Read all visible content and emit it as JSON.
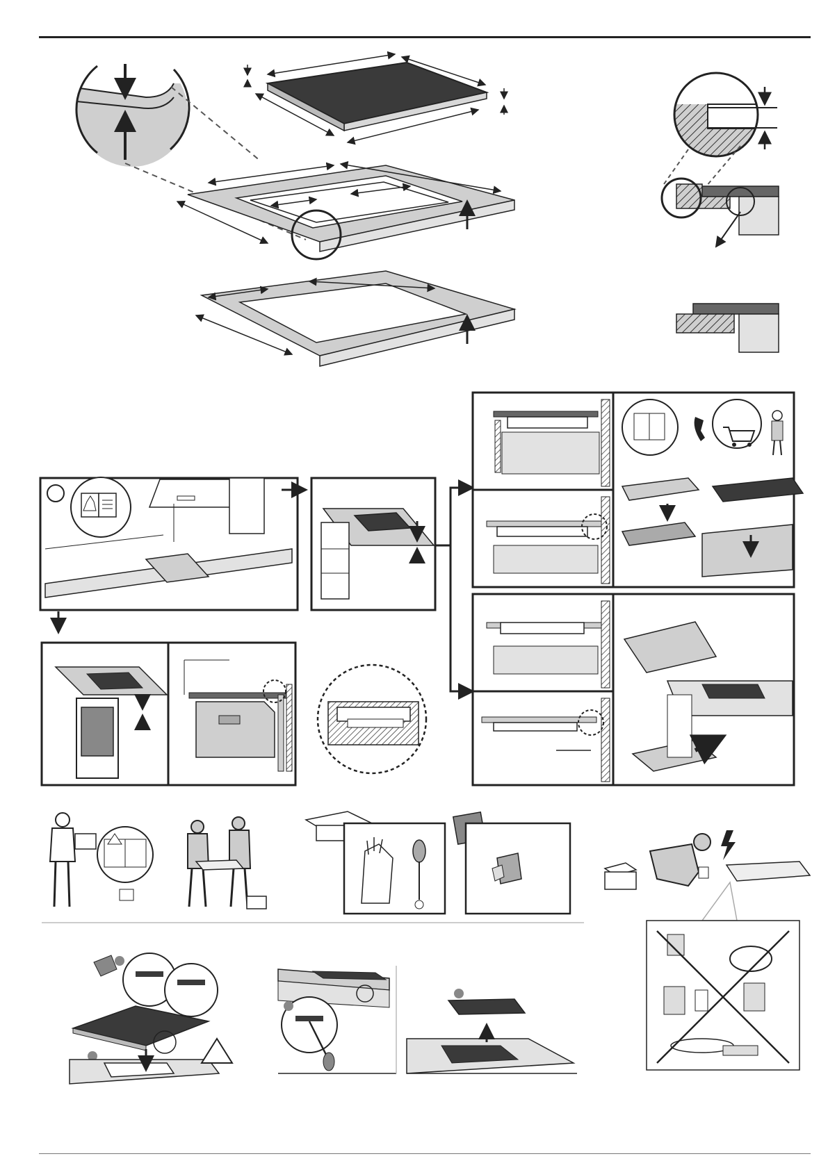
{
  "page": {
    "header_rule": true,
    "footer_rule": true
  },
  "figures": {
    "cutout_dimensions": {
      "icons": [
        "hob-top-dimensions",
        "worktop-cutout",
        "magnifier-detail"
      ]
    },
    "flush_mount_detail": {
      "icons": [
        "section-detail",
        "flush-edge"
      ]
    },
    "installation_sequence": {
      "icons": [
        "kitchen-overview",
        "manual-hood-icon",
        "hob-in-worktop",
        "oven-below-hob",
        "clearance-detail",
        "telephone-icon",
        "cart-icon",
        "technician-icon"
      ]
    },
    "preparation": {
      "icons": [
        "reading-manual-person",
        "two-installers",
        "toolbox-icon",
        "gloves-icon",
        "screwdriver-icon",
        "clip-bag-icon",
        "electrician-icon",
        "lightning-icon"
      ]
    },
    "mounting_steps": {
      "icons": [
        "clip-attach",
        "hob-insert",
        "warning-triangle-icon",
        "screwdriver-removal",
        "hob-lift"
      ]
    },
    "forbidden_connections": {
      "icons": [
        "multi-plug-adapter-icon",
        "extension-cord-icon",
        "timer-icon",
        "power-strip-icon"
      ]
    }
  },
  "colors": {
    "line": "#222222",
    "fill_gray": "#cfcfcf",
    "dark_surface": "#3a3a3a",
    "light_gray": "#e2e2e2"
  }
}
